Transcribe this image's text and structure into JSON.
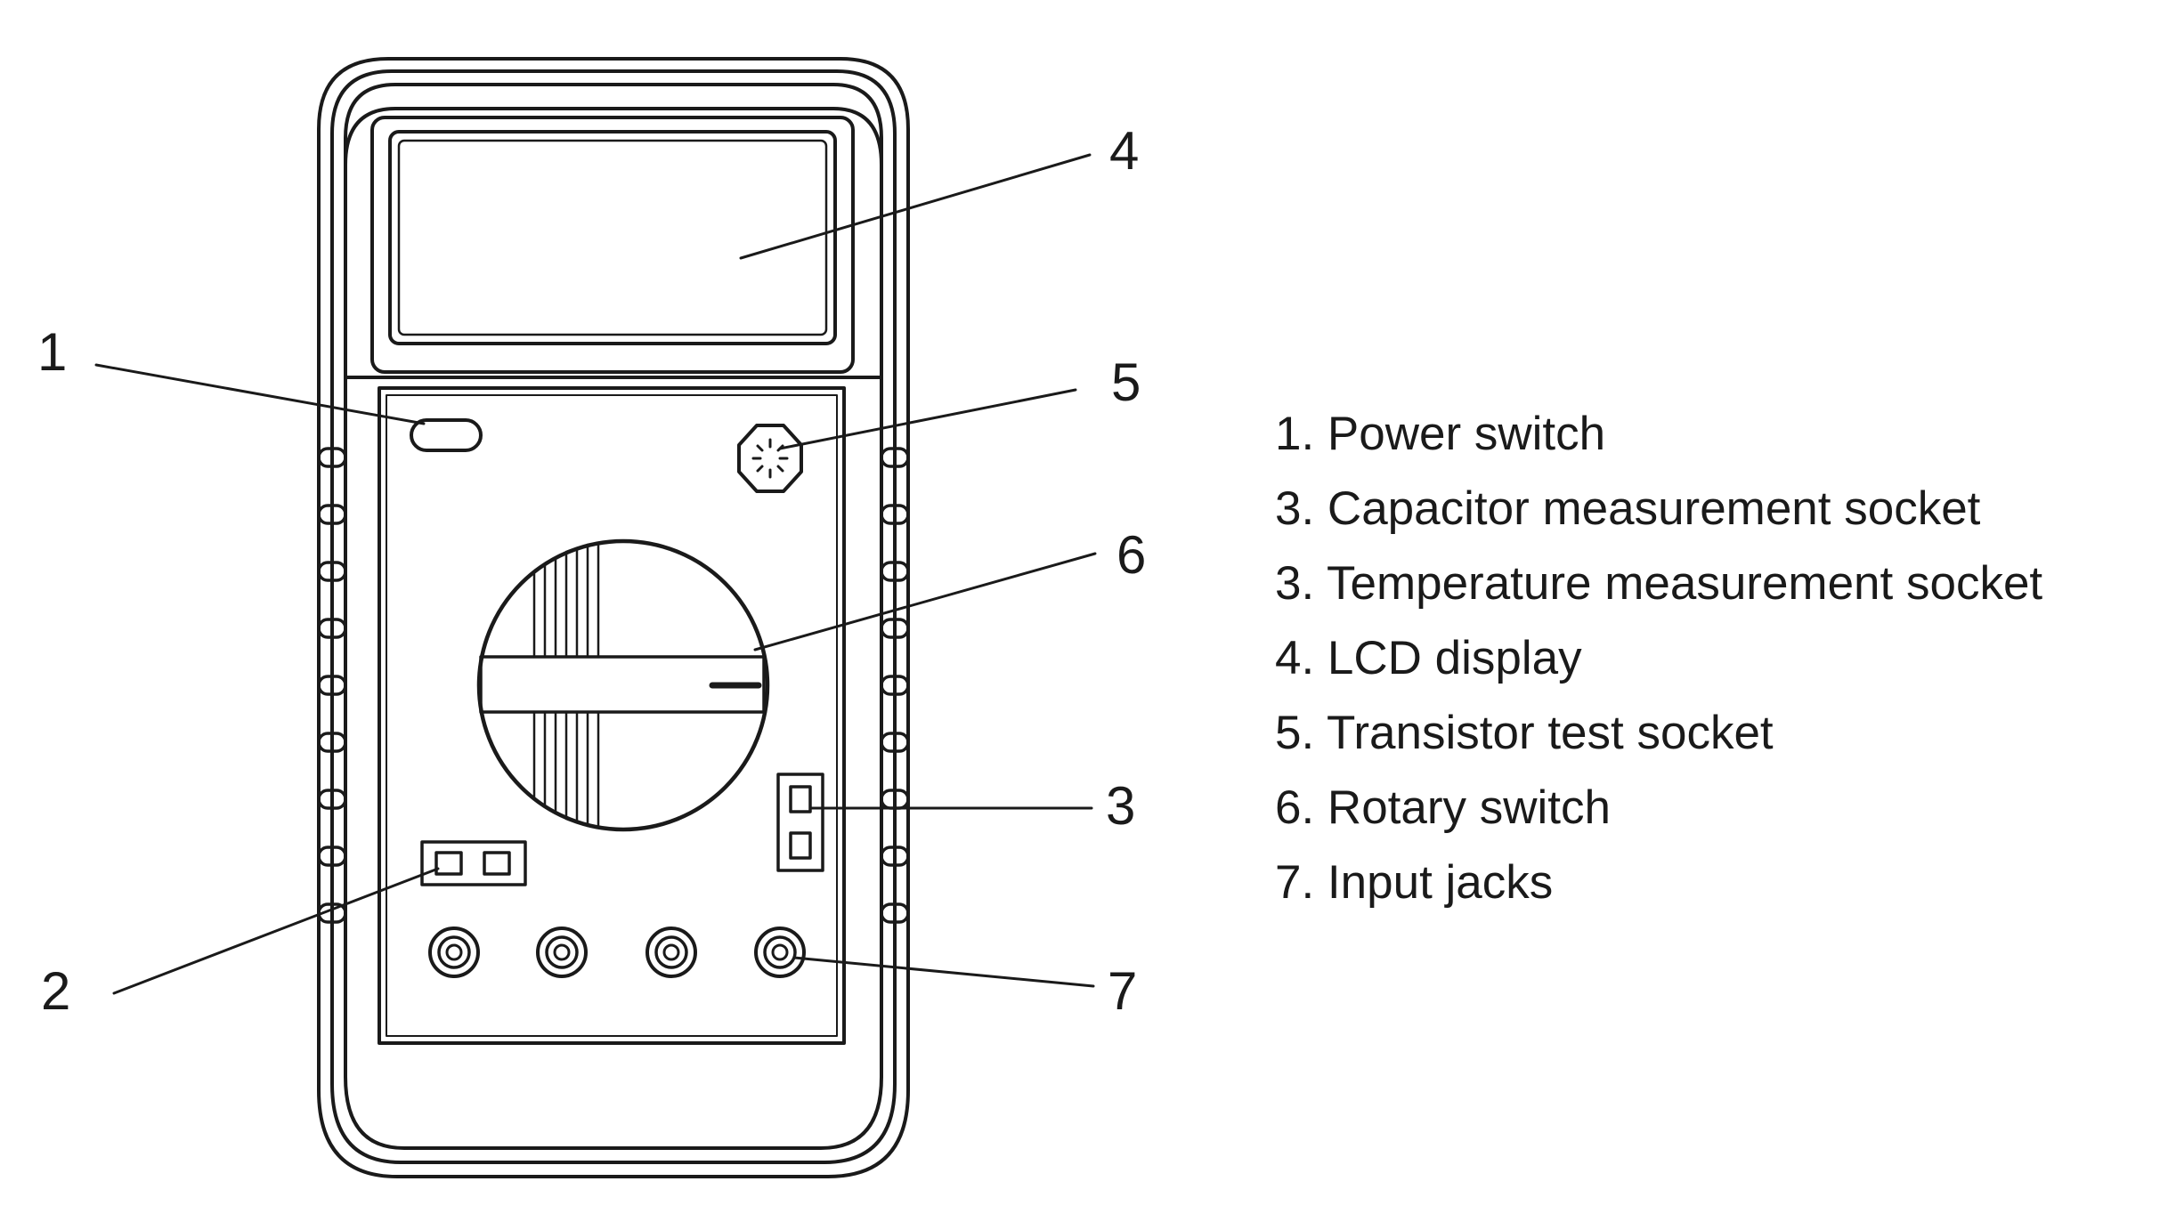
{
  "callouts": {
    "c1": "1",
    "c2": "2",
    "c3": "3",
    "c4": "4",
    "c5": "5",
    "c6": "6",
    "c7": "7"
  },
  "legend": [
    "1. Power switch",
    "3. Capacitor measurement socket",
    "3. Temperature measurement socket",
    "4. LCD display",
    "5. Transistor test socket",
    "6. Rotary switch",
    "7. Input jacks"
  ],
  "colors": {
    "ink": "#1a1a1a",
    "background": "#ffffff"
  }
}
